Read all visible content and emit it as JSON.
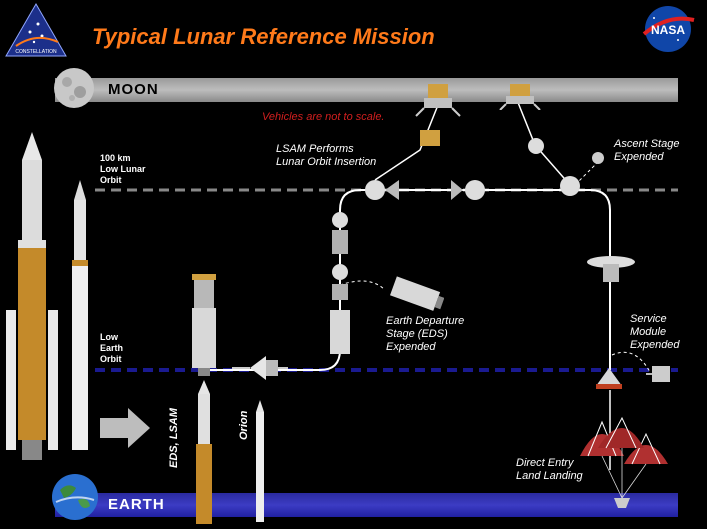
{
  "header": {
    "title": "Typical Lunar Reference Mission",
    "constellation_logo": "CONSTELLATION",
    "nasa_logo": "NASA"
  },
  "bands": {
    "moon": "MOON",
    "earth": "EARTH"
  },
  "orbits": {
    "low_lunar": "100 km\nLow Lunar\nOrbit",
    "low_earth": "Low\nEarth\nOrbit"
  },
  "notes": {
    "scale": "Vehicles are not to scale."
  },
  "labels": {
    "lsam": "LSAM Performs\nLunar Orbit Insertion",
    "ascent": "Ascent Stage\nExpended",
    "eds": "Earth Departure\nStage (EDS)\nExpended",
    "service": "Service\nModule\nExpended",
    "landing": "Direct Entry\nLand Landing",
    "eds_lsam": "EDS, LSAM",
    "orion": "Orion"
  },
  "colors": {
    "title": "#ff7a1a",
    "scale_note": "#d21f1f",
    "lunar_orbit_line": "#888888",
    "earth_orbit_line": "#1a1a90",
    "parachute_red": "#b03030"
  }
}
